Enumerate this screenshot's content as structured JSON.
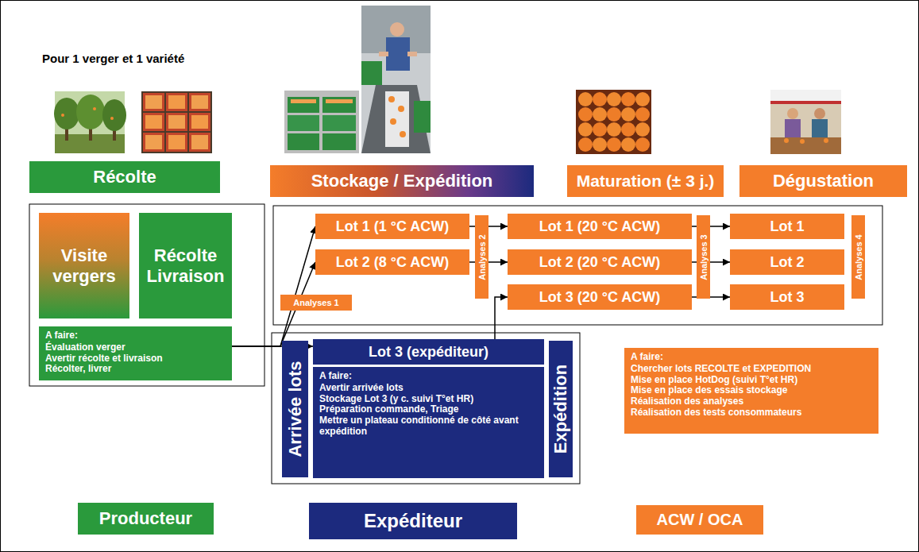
{
  "diagram": {
    "title": "Pour 1 verger et 1 variété",
    "nodes": [
      {
        "text": [
          "Récolte"
        ]
      },
      {
        "text": [
          "Stockage / Expédition"
        ]
      },
      {
        "text": [
          "Maturation (± 3 j.)"
        ]
      },
      {
        "text": [
          "Dégustation"
        ]
      },
      {
        "text": [
          "Visite vergers"
        ]
      },
      {
        "text": [
          "Récolte Livraison"
        ]
      },
      {
        "text": [
          "A faire:",
          "Évaluation verger",
          "Avertir récolte et livraison",
          "Récolter, livrer"
        ]
      },
      {
        "text": [
          "Lot 1 (1 °C ACW)"
        ]
      },
      {
        "text": [
          "Lot 2 (8 °C ACW)"
        ]
      },
      {
        "text": [
          "Analyses 1"
        ]
      },
      {
        "text": [
          "Analyses 2"
        ]
      },
      {
        "text": [
          "Lot 1 (20 °C ACW)"
        ]
      },
      {
        "text": [
          "Lot 2 (20 °C ACW)"
        ]
      },
      {
        "text": [
          "Lot 3 (20 °C ACW)"
        ]
      },
      {
        "text": [
          "Analyses 3"
        ]
      },
      {
        "text": [
          "Lot 1"
        ]
      },
      {
        "text": [
          "Lot 2"
        ]
      },
      {
        "text": [
          "Lot 3"
        ]
      },
      {
        "text": [
          "Analyses 4"
        ]
      },
      {
        "text": [
          "Arrivée lots"
        ]
      },
      {
        "text": [
          "Lot 3 (expéditeur)"
        ]
      },
      {
        "text": [
          "A faire:",
          "Avertir arrivée lots",
          "Stockage Lot 3 (y c. suivi T°et HR)",
          "Préparation commande, Triage",
          "Mettre un plateau conditionné de côté avant expédition"
        ]
      },
      {
        "text": [
          "Expédition"
        ]
      },
      {
        "text": [
          "A faire:",
          "Chercher lots RECOLTE et EXPEDITION",
          "Mise en place HotDog (suivi T°et HR)",
          "Mise en place des essais stockage",
          "Réalisation des analyses",
          "Réalisation des tests consommateurs"
        ]
      },
      {
        "text": [
          "Producteur"
        ]
      },
      {
        "text": [
          "Expéditeur"
        ]
      },
      {
        "text": [
          "ACW / OCA"
        ]
      }
    ],
    "edges": [
      {
        "from": 6,
        "to": 7,
        "arrow": "to"
      },
      {
        "from": 6,
        "to": 8,
        "arrow": "to"
      },
      {
        "from": 6,
        "to": 20,
        "arrow": "to"
      },
      {
        "from": 7,
        "to": 11,
        "arrow": "to"
      },
      {
        "from": 8,
        "to": 12,
        "arrow": "to"
      },
      {
        "from": 20,
        "to": 13,
        "arrow": "to"
      },
      {
        "from": 11,
        "to": 15,
        "arrow": "to"
      },
      {
        "from": 12,
        "to": 16,
        "arrow": "to"
      },
      {
        "from": 13,
        "to": 17,
        "arrow": "to"
      }
    ]
  }
}
